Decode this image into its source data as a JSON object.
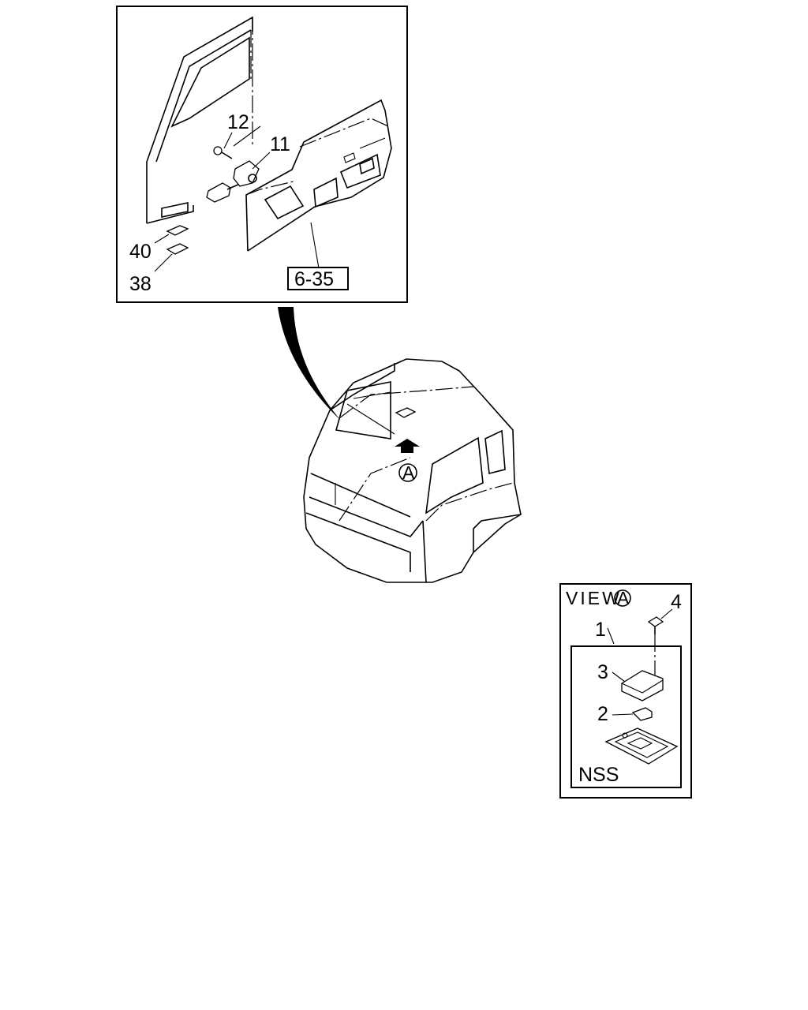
{
  "diagram": {
    "colors": {
      "ink": "#000000",
      "paper": "#ffffff"
    },
    "inset_door": {
      "callouts": [
        {
          "id": "12",
          "text": "12"
        },
        {
          "id": "11",
          "text": "11"
        },
        {
          "id": "40",
          "text": "40"
        },
        {
          "id": "38",
          "text": "38"
        }
      ],
      "reference": "6-35"
    },
    "cab": {
      "view_marker": "A"
    },
    "view_a": {
      "title_prefix": "VIEW",
      "title_marker": "A",
      "callouts": [
        {
          "id": "4",
          "text": "4"
        },
        {
          "id": "1",
          "text": "1"
        },
        {
          "id": "3",
          "text": "3"
        },
        {
          "id": "2",
          "text": "2"
        }
      ],
      "note": "NSS"
    }
  }
}
